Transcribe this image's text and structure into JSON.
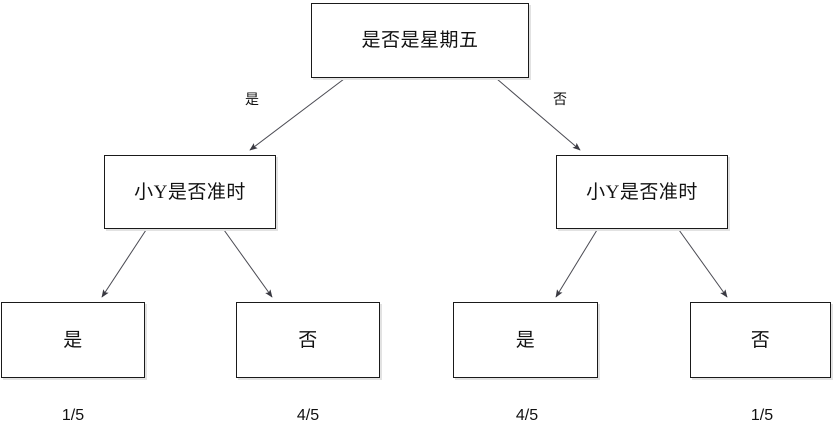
{
  "diagram": {
    "type": "decision-tree",
    "root": {
      "label": "是否是星期五"
    },
    "branch_labels": {
      "left": "是",
      "right": "否"
    },
    "mid_nodes": [
      {
        "label": "小Y是否准时"
      },
      {
        "label": "小Y是否准时"
      }
    ],
    "leaves": [
      {
        "label": "是",
        "probability": "1/5"
      },
      {
        "label": "否",
        "probability": "4/5"
      },
      {
        "label": "是",
        "probability": "4/5"
      },
      {
        "label": "否",
        "probability": "1/5"
      }
    ],
    "colors": {
      "node_border": "#1a1a1a",
      "node_fill": "#ffffff",
      "node_shadow": "#e2e2e2",
      "edge_stroke": "#4a4a52",
      "text": "#111111",
      "background": "#ffffff"
    }
  }
}
